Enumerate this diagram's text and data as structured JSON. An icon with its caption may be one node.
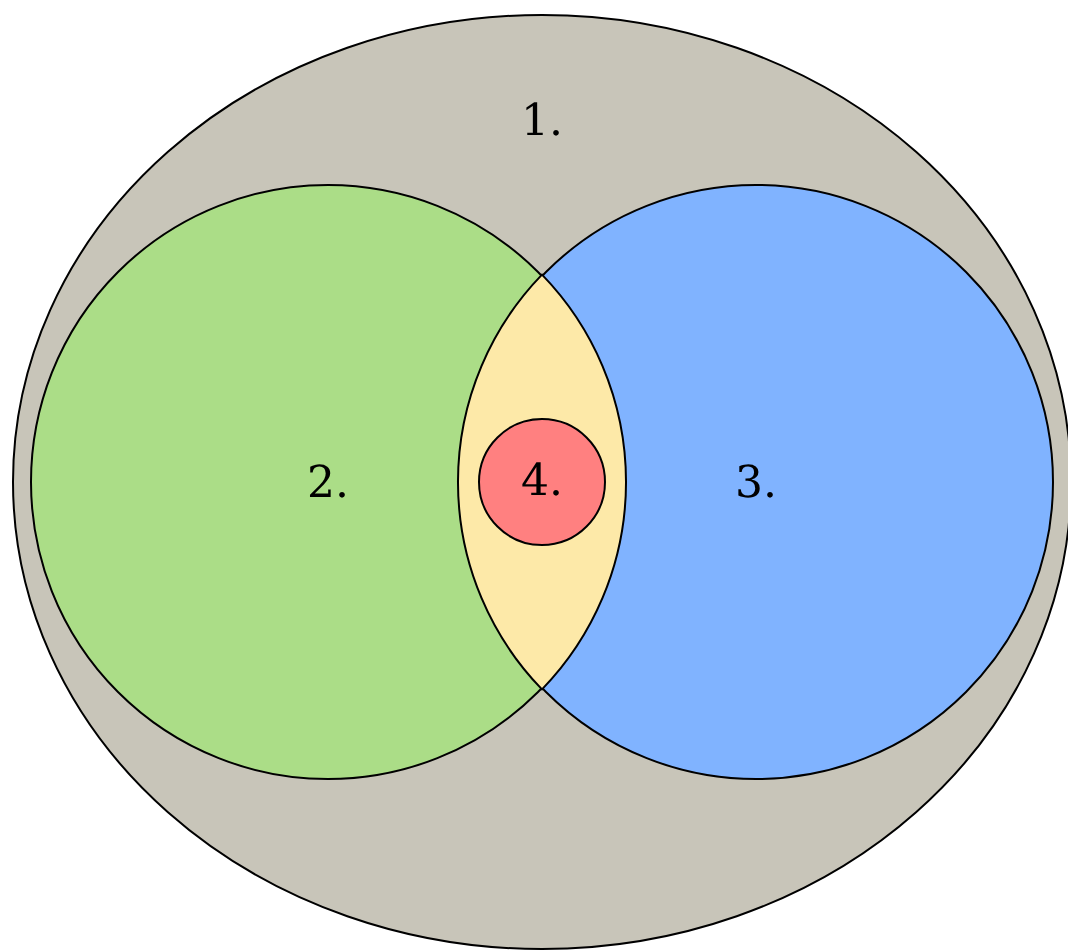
{
  "diagram": {
    "nodes": [
      {
        "text": [
          "1."
        ]
      },
      {
        "text": [
          "2."
        ],
        "in": 0
      },
      {
        "text": [
          "3."
        ],
        "in": 0
      },
      {
        "text": [
          "4."
        ]
      }
    ]
  }
}
